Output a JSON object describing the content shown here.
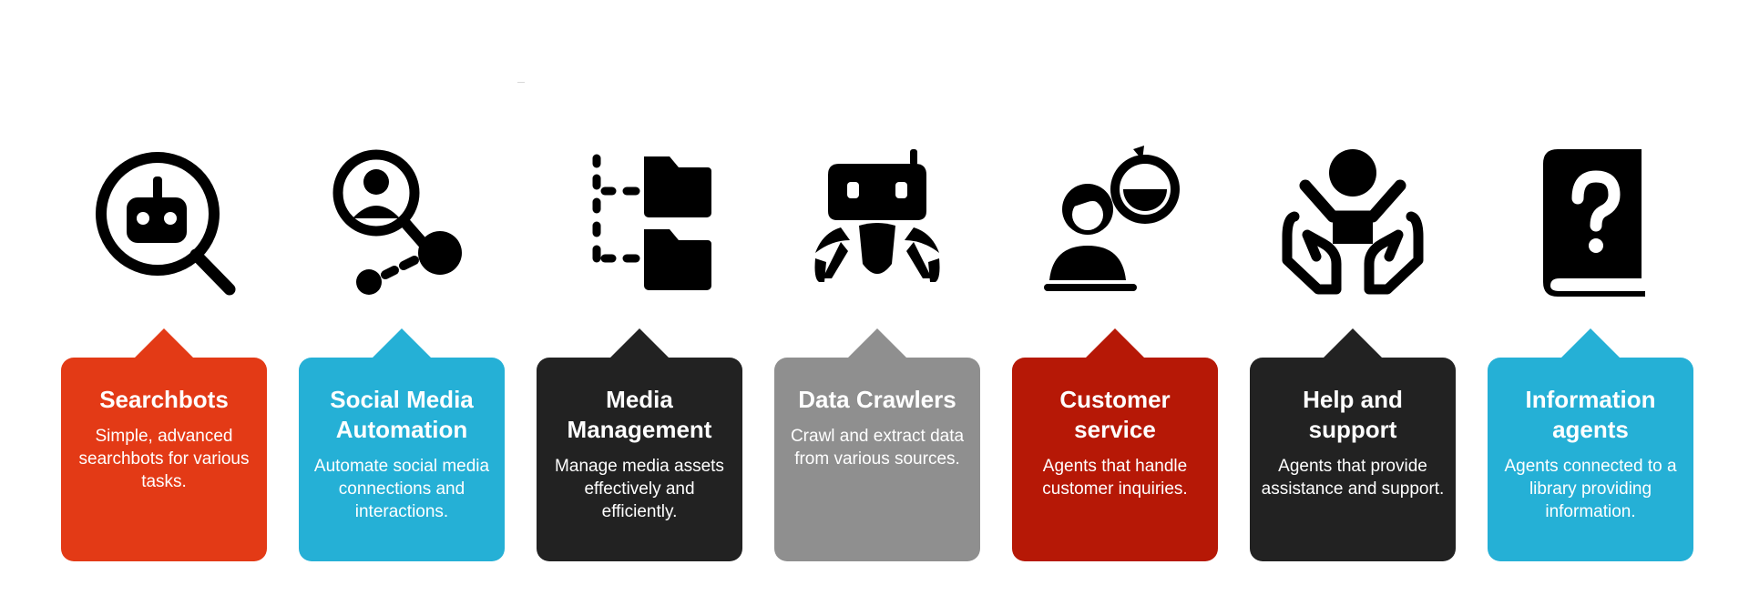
{
  "items": [
    {
      "title": "Searchbots",
      "description": "Simple, advanced searchbots for various tasks.",
      "color": "#E33A16",
      "icon": "robot-search-icon"
    },
    {
      "title": "Social Media Automation",
      "description": "Automate social media connections and interactions.",
      "color": "#25B0D6",
      "icon": "user-search-share-icon"
    },
    {
      "title": "Media Management",
      "description": "Manage media assets effectively and efficiently.",
      "color": "#222222",
      "icon": "folder-tree-icon"
    },
    {
      "title": "Data Crawlers",
      "description": "Crawl and extract data from various sources.",
      "color": "#8F8F8F",
      "icon": "robot-crawler-icon"
    },
    {
      "title": "Customer service",
      "description": "Agents that handle customer inquiries.",
      "color": "#B61806",
      "icon": "agent-service-icon"
    },
    {
      "title": "Help and support",
      "description": "Agents that provide assistance and support.",
      "color": "#222222",
      "icon": "hands-support-icon"
    },
    {
      "title": "Information agents",
      "description": "Agents connected to a library providing information.",
      "color": "#25B0D6",
      "icon": "question-book-icon"
    }
  ]
}
